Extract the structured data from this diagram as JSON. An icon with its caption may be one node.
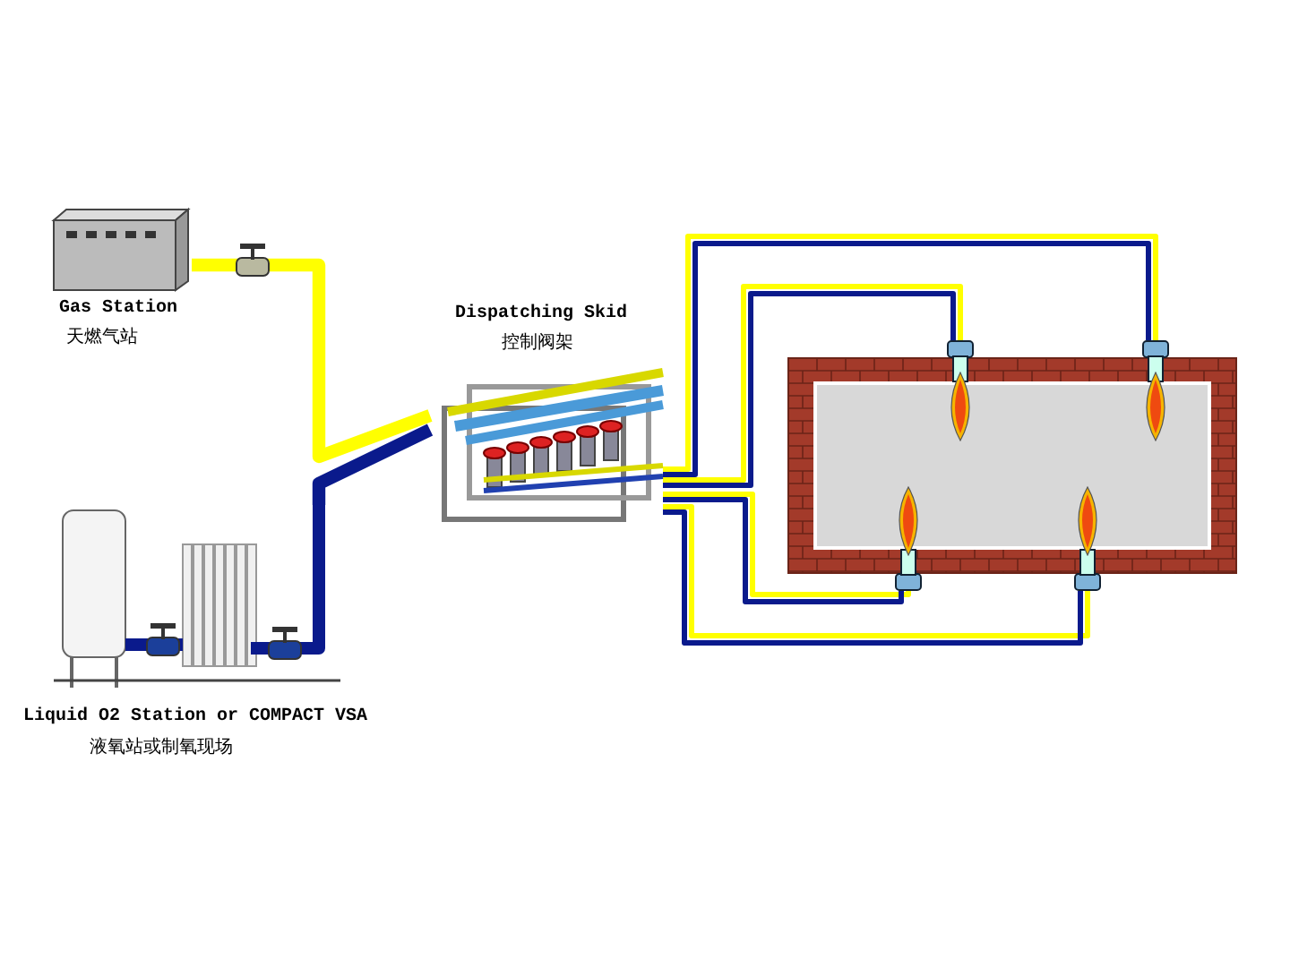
{
  "diagram": {
    "nodes": [
      {
        "text": [
          "Gas Station",
          "天燃气站"
        ]
      },
      {
        "text": [
          "Dispatching Skid",
          "控制阀架"
        ]
      },
      {
        "text": [
          "Liquid O2 Station or COMPACT VSA",
          "液氧站或制氧现场"
        ]
      },
      {
        "text": [],
        "shape": "picture"
      },
      {
        "text": [],
        "shape": "picture",
        "in": 3
      },
      {
        "text": [],
        "shape": "picture",
        "in": 3
      },
      {
        "text": [],
        "shape": "picture",
        "in": 3
      },
      {
        "text": [],
        "shape": "picture",
        "in": 3
      }
    ],
    "edges": [
      {
        "from": 0,
        "to": 1,
        "arrow": "none",
        "style": "thick",
        "color": "#ffff00"
      },
      {
        "from": 2,
        "to": 1,
        "arrow": "none",
        "style": "thick",
        "color": "#0a1a8c"
      },
      {
        "from": 1,
        "to": 5,
        "arrow": "none",
        "color": "#ffff00"
      },
      {
        "from": 1,
        "to": 5,
        "arrow": "none",
        "color": "#0a1a8c"
      },
      {
        "from": 1,
        "to": 4,
        "arrow": "none",
        "color": "#ffff00"
      },
      {
        "from": 1,
        "to": 4,
        "arrow": "none",
        "color": "#0a1a8c"
      },
      {
        "from": 1,
        "to": 6,
        "arrow": "none",
        "color": "#ffff00"
      },
      {
        "from": 1,
        "to": 6,
        "arrow": "none",
        "color": "#0a1a8c"
      },
      {
        "from": 1,
        "to": 7,
        "arrow": "none",
        "color": "#ffff00"
      },
      {
        "from": 1,
        "to": 7,
        "arrow": "none",
        "color": "#0a1a8c"
      }
    ]
  }
}
